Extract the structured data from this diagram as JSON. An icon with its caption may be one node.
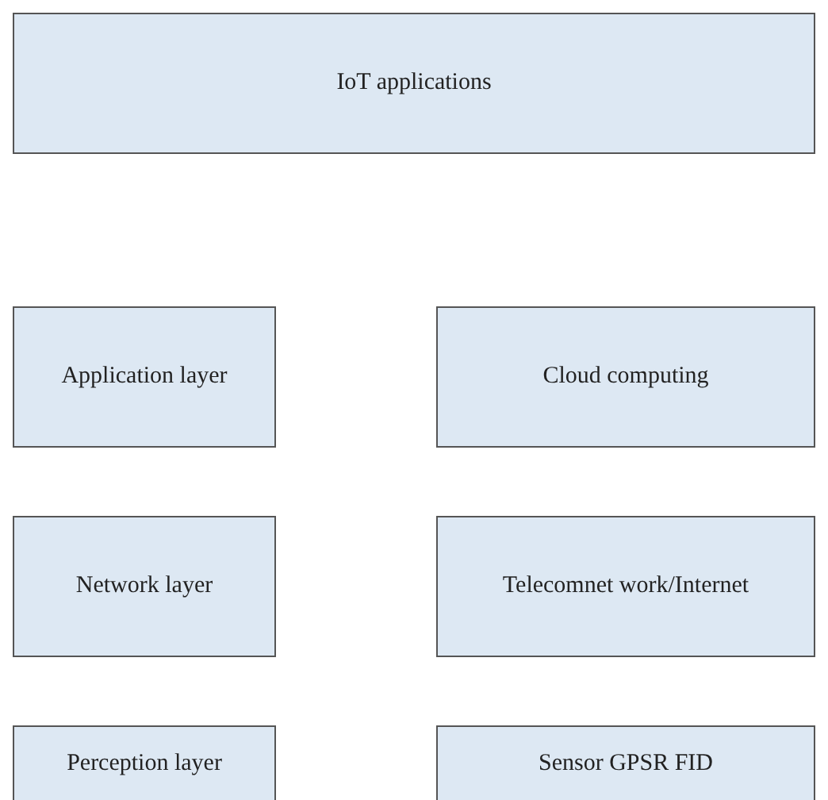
{
  "diagram": {
    "nodes": [
      {
        "text": [
          "IoT applications"
        ]
      },
      {
        "text": [
          "Application layer"
        ]
      },
      {
        "text": [
          "Cloud computing"
        ]
      },
      {
        "text": [
          "Network layer"
        ]
      },
      {
        "text": [
          "Telecomnet work/Internet"
        ]
      },
      {
        "text": [
          "Perception layer"
        ]
      },
      {
        "text": [
          "Sensor GPSR FID"
        ]
      }
    ]
  }
}
